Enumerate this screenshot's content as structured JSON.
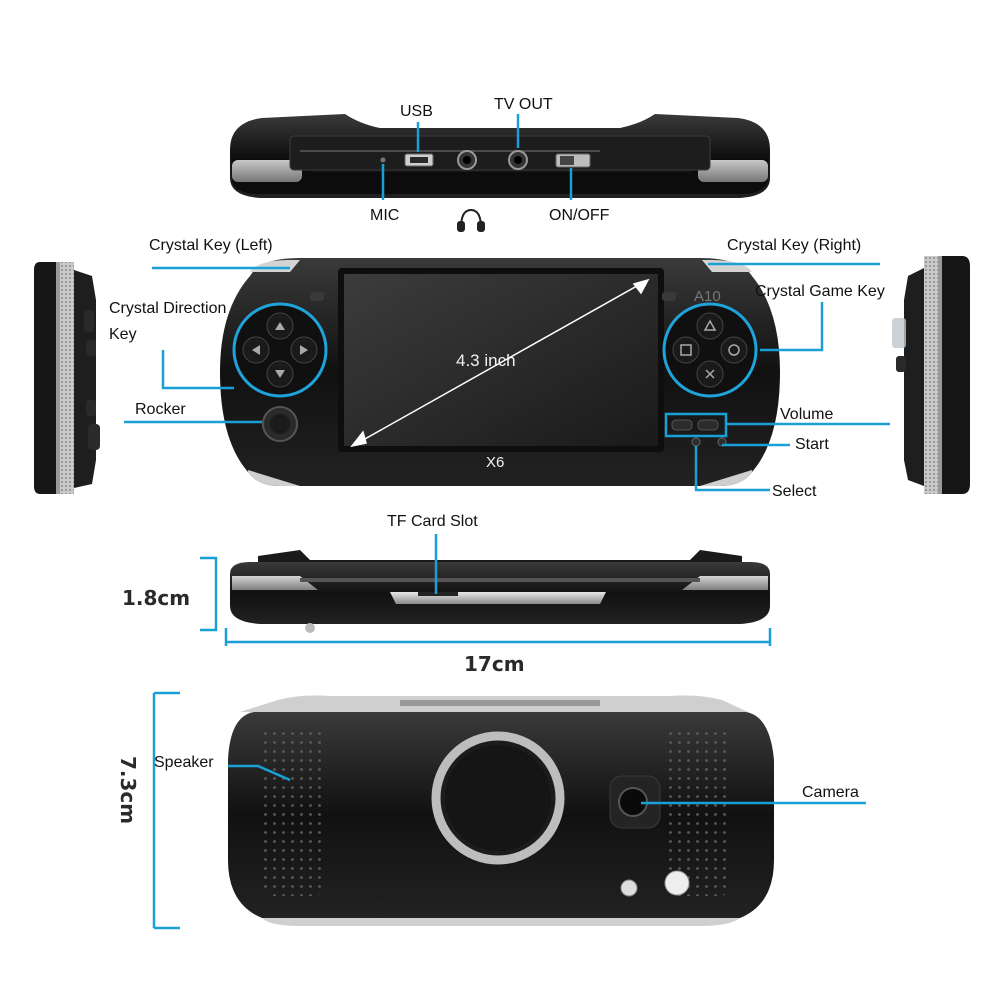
{
  "views": {
    "top": {
      "labels": {
        "usb": "USB",
        "tv_out": "TV OUT",
        "mic": "MIC",
        "on_off": "ON/OFF"
      },
      "icons": [
        "headphone-icon"
      ]
    },
    "front": {
      "screen_size": "4.3 inch",
      "model_name": "X6",
      "model_badge": "A10",
      "labels": {
        "crystal_key_left": "Crystal Key (Left)",
        "crystal_key_right": "Crystal Key (Right)",
        "crystal_direction_key": "Crystal Direction Key",
        "crystal_game_key": "Crystal Game Key",
        "rocker": "Rocker",
        "volume": "Volume",
        "start": "Start",
        "select": "Select"
      }
    },
    "bottom": {
      "labels": {
        "tf_card_slot": "TF Card Slot"
      },
      "dimensions": {
        "thickness": "1.8cm",
        "length": "17cm"
      }
    },
    "back": {
      "labels": {
        "speaker": "Speaker",
        "camera": "Camera"
      },
      "dimensions": {
        "height": "7.3cm"
      }
    }
  },
  "colors": {
    "callout": "#1a9fd6",
    "body": "#141414",
    "trim": "#b8b8b8"
  }
}
